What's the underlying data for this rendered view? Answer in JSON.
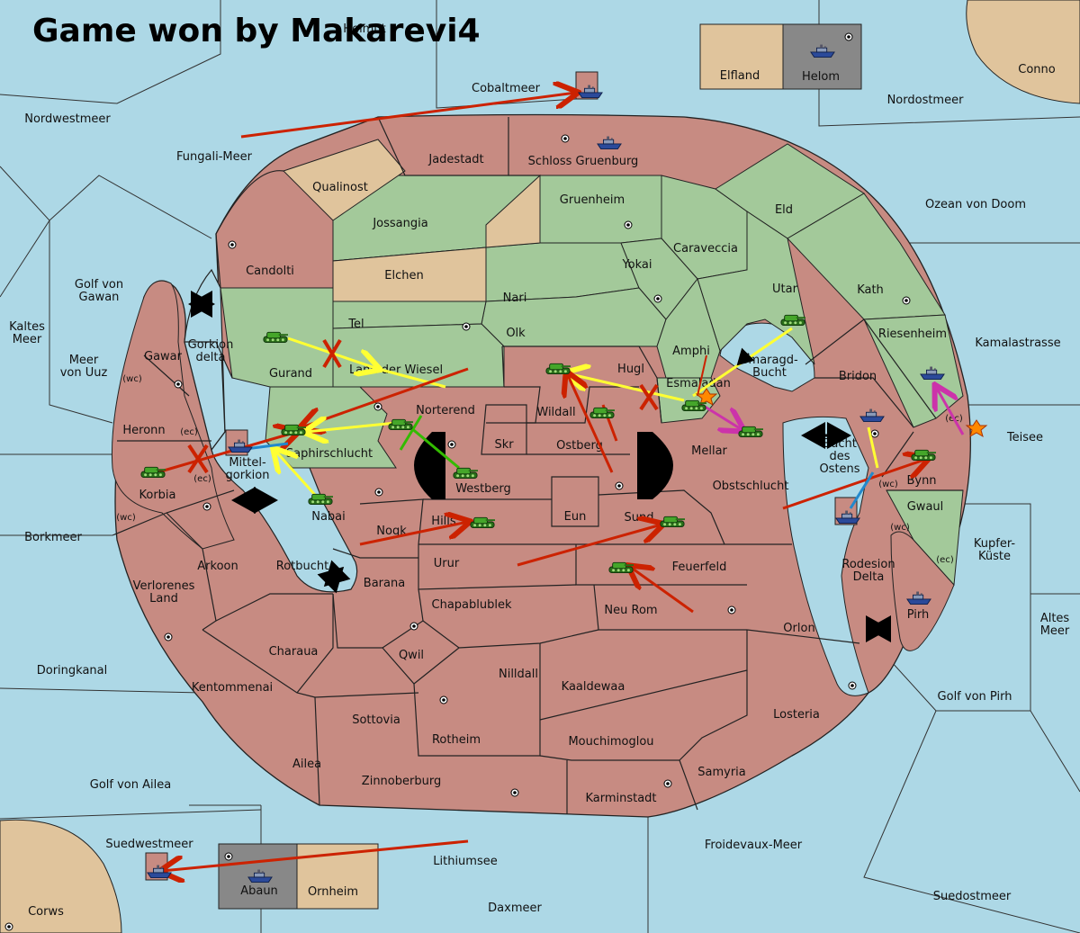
{
  "title": "Game won by Makarevi4",
  "colors": {
    "sea": "#add8e6",
    "owned": "#c78b82",
    "green": "#a3c99a",
    "tan": "#e0c49c",
    "gray": "#888888",
    "order_red": "#cc2200",
    "order_yellow": "#ffff33",
    "order_green": "#33bb00",
    "order_magenta": "#cc33aa",
    "order_blue": "#2288cc"
  },
  "sea_labels": {
    "helmut": "Helmut",
    "cobaltmeer": "Cobaltmeer",
    "nordwestmeer": "Nordwestmeer",
    "fungali": "Fungali-Meer",
    "nordostmeer": "Nordostmeer",
    "conno": "Conno",
    "ozean": "Ozean von Doom",
    "golf_gawan": "Golf von Gawan",
    "kaltes": "Kaltes Meer",
    "meer_uuz": "Meer von Uuz",
    "kamala": "Kamalastrasse",
    "teisee": "Teisee",
    "borkmeer": "Borkmeer",
    "kupfer": "Kupfer- Küste",
    "altes": "Altes Meer",
    "doringkanal": "Doringkanal",
    "golf_pirh": "Golf von Pirh",
    "golf_ailea": "Golf von Ailea",
    "froidevaux": "Froidevaux-Meer",
    "suedwest": "Suedwestmeer",
    "lithiumsee": "Lithiumsee",
    "suedost": "Suedostmeer",
    "corws": "Corws",
    "daxmeer": "Daxmeer",
    "smaragd": "Smaragd- Bucht",
    "bucht_ostens": "Bucht des Ostens",
    "mittelgorkion": "Mittel- gorkion",
    "rotbucht": "Rotbucht",
    "gorkion_delta": "Gorkion delta",
    "rodesion_delta": "Rodesion Delta"
  },
  "provinces": {
    "elfland": "Elfland",
    "helom": "Helom",
    "jadestadt": "Jadestadt",
    "schloss": "Schloss Gruenburg",
    "qualinost": "Qualinost",
    "gruenheim": "Gruenheim",
    "eld": "Eld",
    "jossangia": "Jossangia",
    "caraveccia": "Caraveccia",
    "candolti": "Candolti",
    "elchen": "Elchen",
    "yokai": "Yokai",
    "utar": "Utar",
    "kath": "Kath",
    "nari": "Nari",
    "tel": "Tel",
    "olk": "Olk",
    "riesenheim": "Riesenheim",
    "amphi": "Amphi",
    "gurand": "Gurand",
    "land_wiesel": "Land der Wiesel",
    "hugl": "Hugl",
    "esmaladan": "Esmaladan",
    "bridon": "Bridon",
    "gawar": "Gawar",
    "norterend": "Norterend",
    "wildall": "Wildall",
    "heronn": "Heronn",
    "skr": "Skr",
    "ostberg": "Ostberg",
    "mellar": "Mellar",
    "saphirschlucht": "Saphirschlucht",
    "bynn": "Bynn",
    "korbia": "Korbia",
    "westberg": "Westberg",
    "obstschlucht": "Obstschlucht",
    "nabai": "Nabai",
    "eun": "Eun",
    "gwaul": "Gwaul",
    "nogk": "Nogk",
    "hills": "Hills",
    "sund": "Sund",
    "arkoon": "Arkoon",
    "urur": "Urur",
    "feuerfeld": "Feuerfeld",
    "barana": "Barana",
    "verlorenes": "Verlorenes Land",
    "chapablublek": "Chapablublek",
    "neu_rom": "Neu Rom",
    "pirh": "Pirh",
    "orlon": "Orlon",
    "charaua": "Charaua",
    "qwil": "Qwil",
    "nilldall": "Nilldall",
    "kaaldewaa": "Kaaldewaa",
    "kentommenai": "Kentommenai",
    "losteria": "Losteria",
    "sottovia": "Sottovia",
    "rotheim": "Rotheim",
    "mouchimoglou": "Mouchimoglou",
    "ailea": "Ailea",
    "samyria": "Samyria",
    "zinnoberburg": "Zinnoberburg",
    "karminstadt": "Karminstadt",
    "abaun": "Abaun",
    "ornheim": "Ornheim"
  },
  "coast_tags": {
    "wc": "(wc)",
    "ec": "(ec)"
  },
  "units": {
    "tank": "tank-icon",
    "ship": "ship-icon"
  }
}
